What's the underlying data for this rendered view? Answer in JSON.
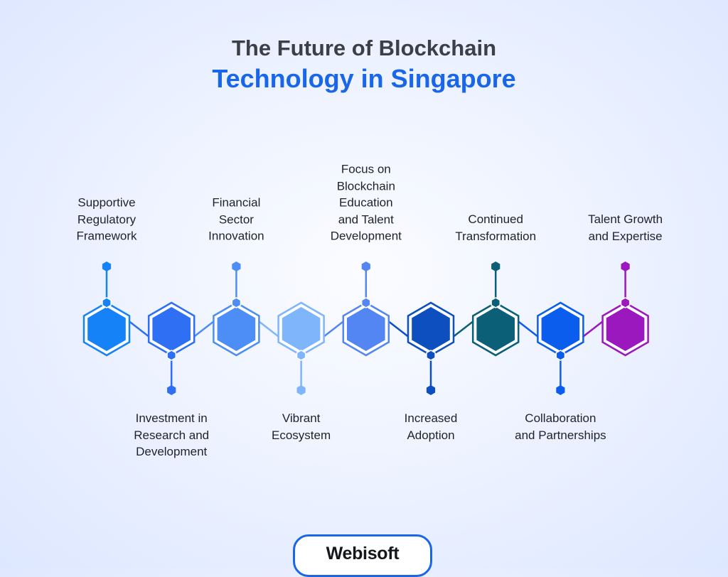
{
  "title": {
    "line1": "The Future of Blockchain",
    "line2": "Technology in Singapore"
  },
  "steps": [
    {
      "label": "Supportive\nRegulatory\nFramework",
      "side": "top",
      "color": "#1582f7"
    },
    {
      "label": "Investment in\nResearch and\nDevelopment",
      "side": "bottom",
      "color": "#2f6ff3"
    },
    {
      "label": "Financial\nSector\nInnovation",
      "side": "top",
      "color": "#4d8ef6"
    },
    {
      "label": "Vibrant\nEcosystem",
      "side": "bottom",
      "color": "#7fb6fb"
    },
    {
      "label": "Focus on\nBlockchain\nEducation\nand Talent\nDevelopment",
      "side": "top",
      "color": "#5386f2"
    },
    {
      "label": "Increased\nAdoption",
      "side": "bottom",
      "color": "#0e4fc0"
    },
    {
      "label": "Continued\nTransformation",
      "side": "top",
      "color": "#0b5f76"
    },
    {
      "label": "Collaboration\nand Partnerships",
      "side": "bottom",
      "color": "#0a5ded"
    },
    {
      "label": "Talent Growth\nand Expertise",
      "side": "top",
      "color": "#9b17be"
    }
  ],
  "brand": {
    "name": "Webisoft",
    "color": "#1a66e8"
  }
}
